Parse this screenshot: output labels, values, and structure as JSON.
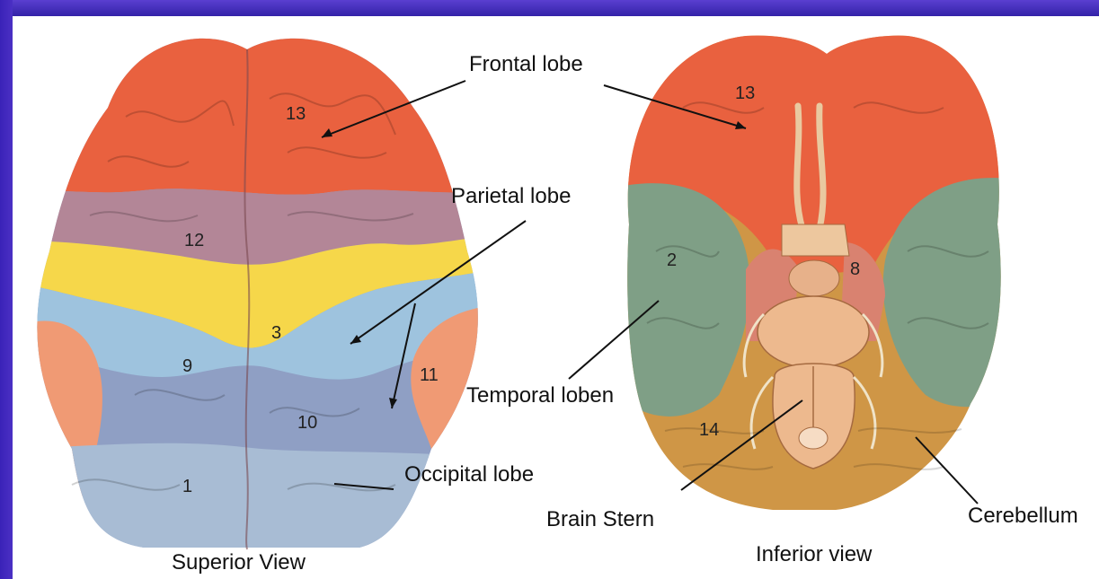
{
  "colors": {
    "frontal": "#e9613f",
    "parietal_band": "#b38697",
    "central_band": "#f6d74a",
    "parietal_lower": "#9ec3de",
    "occipital": "#8f9fc4",
    "occipital_pole": "#a8bcd4",
    "lateral": "#f09a74",
    "temporal": "#7f9f86",
    "cerebellum": "#cf9646",
    "brainstem": "#edb98e",
    "frame": "#3a2a9e"
  },
  "labels": {
    "frontal": "Frontal lobe",
    "parietal": "Parietal lobe",
    "temporal": "Temporal loben",
    "occipital": "Occipital lobe",
    "brainstem": "Brain Stern",
    "cerebellum": "Cerebellum"
  },
  "numbers": {
    "sup_13": "13",
    "sup_12": "12",
    "sup_3": "3",
    "sup_9": "9",
    "sup_10": "10",
    "sup_11": "11",
    "sup_1": "1",
    "inf_13": "13",
    "inf_2": "2",
    "inf_8": "8",
    "inf_14": "14"
  },
  "captions": {
    "superior": "Superior View",
    "inferior": "Inferior view"
  }
}
